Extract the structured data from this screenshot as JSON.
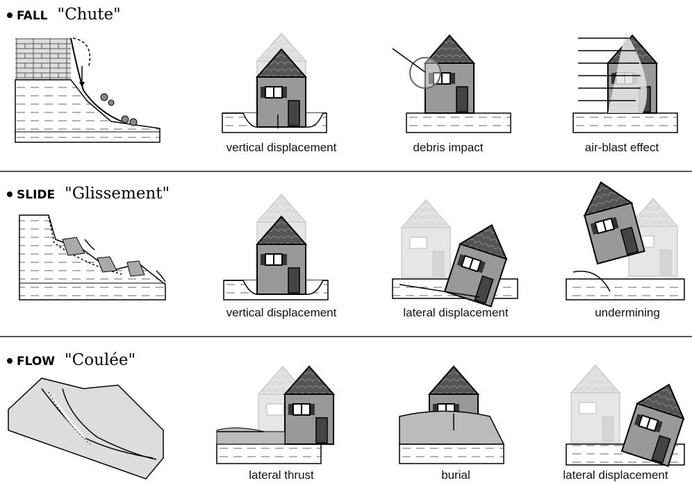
{
  "rows": [
    {
      "keyword": "FALL",
      "french": "\"Chute\"",
      "captions": [
        "vertical displacement",
        "debris impact",
        "air-blast effect"
      ]
    },
    {
      "keyword": "SLIDE",
      "french": "\"Glissement\"",
      "captions": [
        "vertical displacement",
        "lateral displacement",
        "undermining"
      ]
    },
    {
      "keyword": "FLOW",
      "french": "\"Coulée\"",
      "captions": [
        "lateral thrust",
        "burial",
        "lateral displacement"
      ]
    }
  ]
}
